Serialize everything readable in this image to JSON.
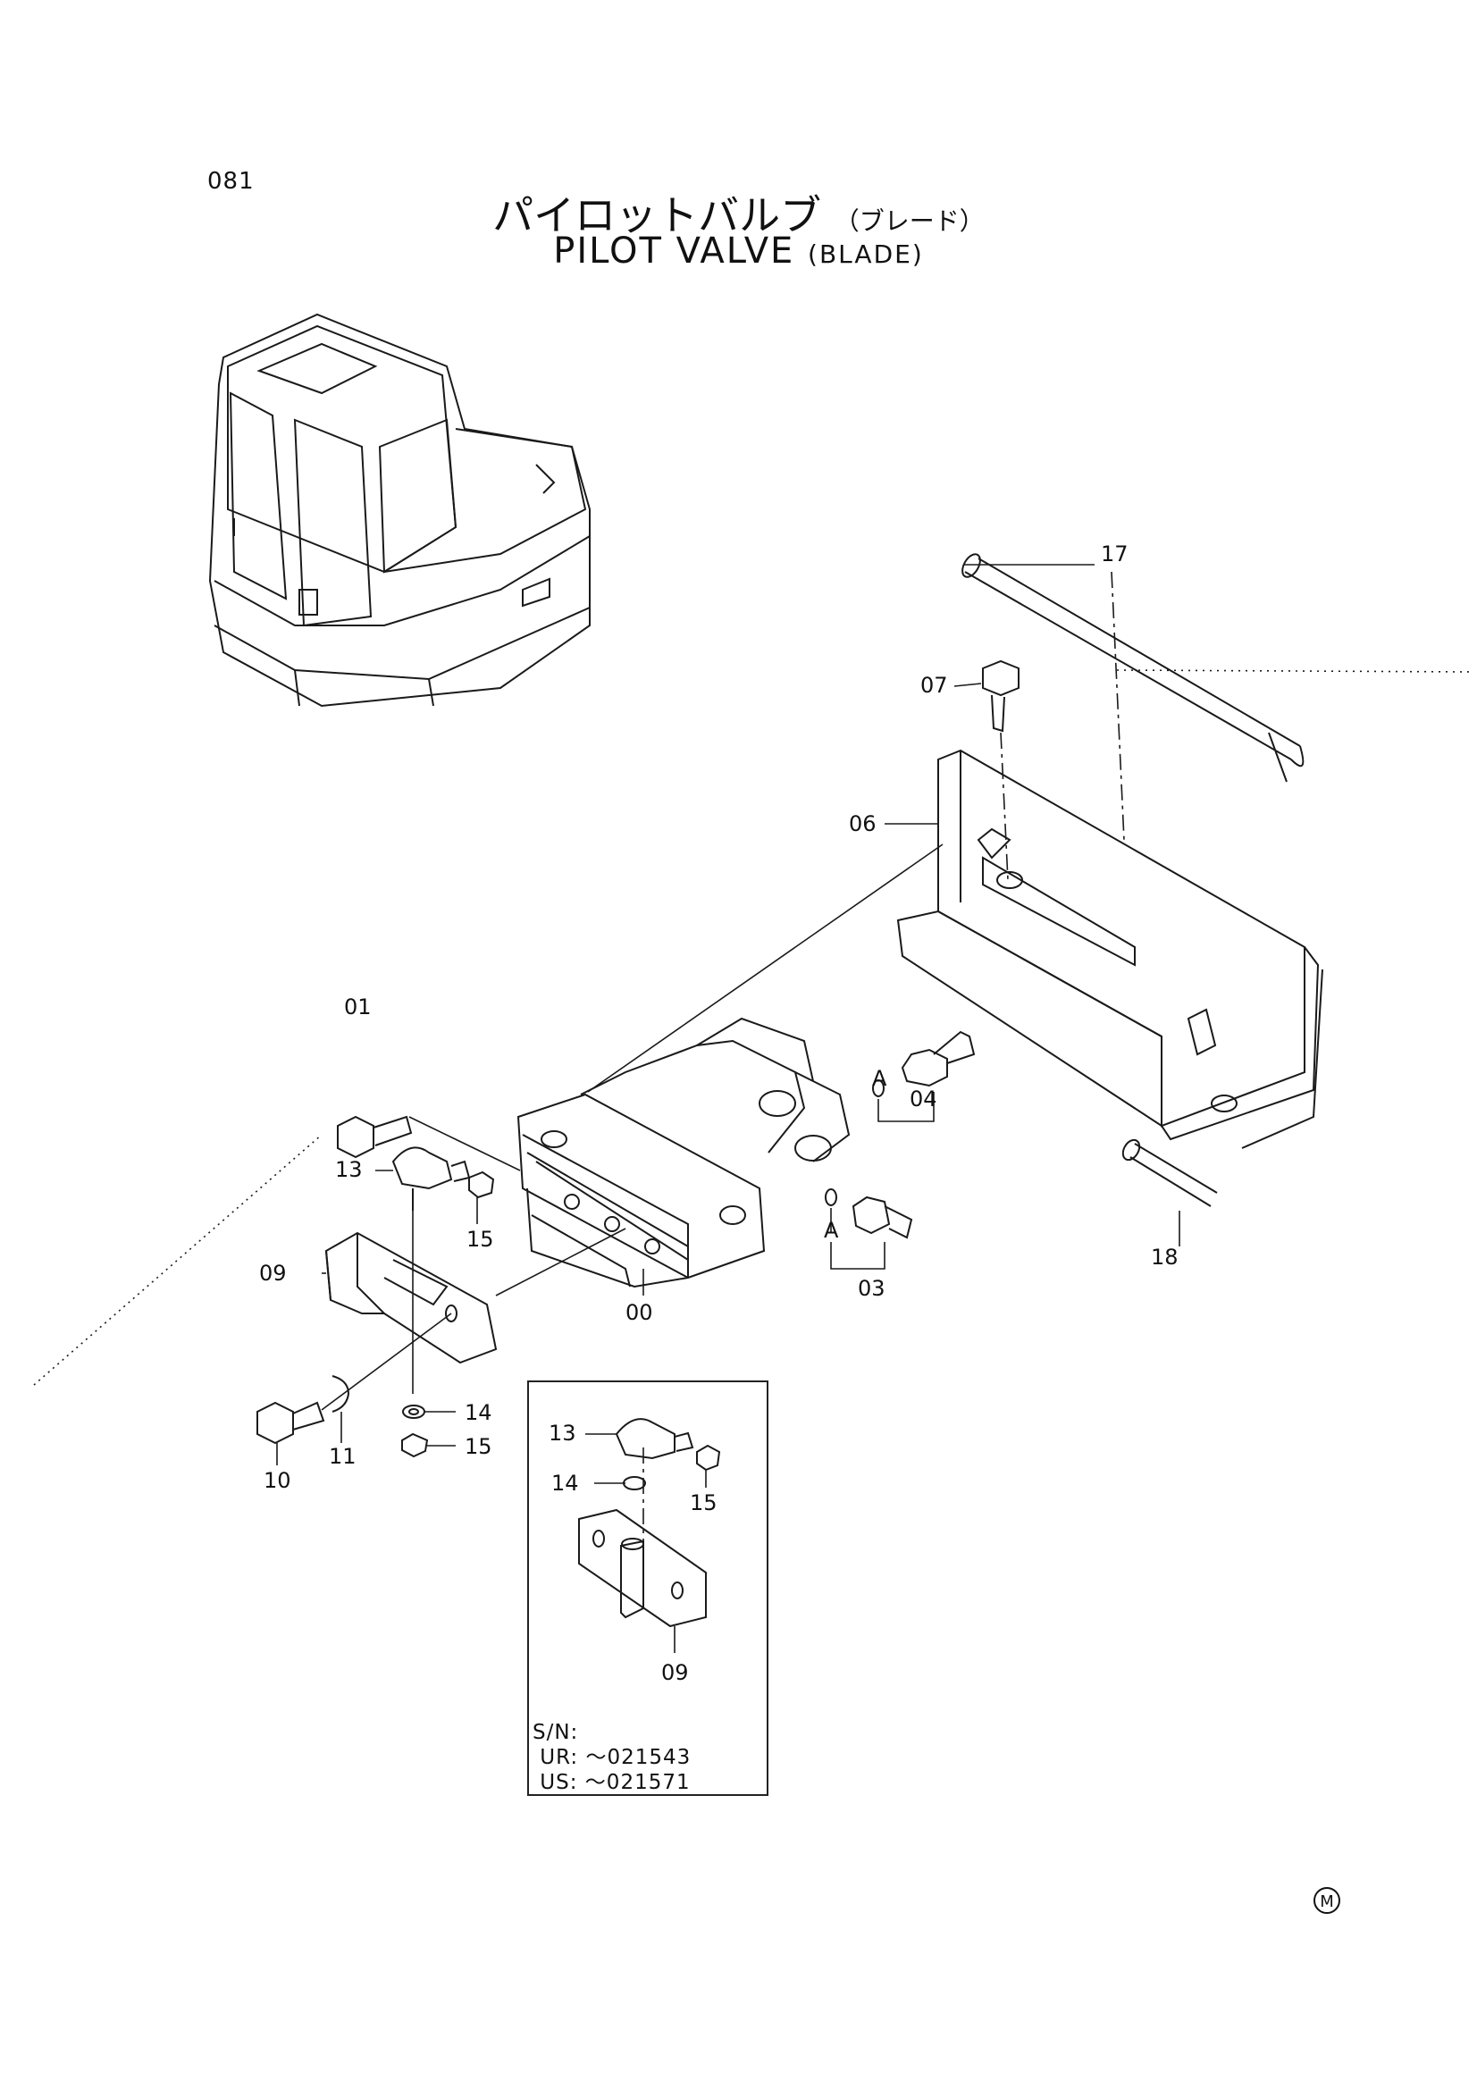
{
  "page_number": "081",
  "title": {
    "jp_main": "パイロットバルブ",
    "jp_sub": "（ブレード）",
    "en_main": "PILOT  VALVE",
    "en_sub": "(BLADE)"
  },
  "part_labels": [
    {
      "id": "label-17",
      "text": "17"
    },
    {
      "id": "label-07",
      "text": "07"
    },
    {
      "id": "label-06",
      "text": "06"
    },
    {
      "id": "label-01",
      "text": "01"
    },
    {
      "id": "label-13",
      "text": "13"
    },
    {
      "id": "label-15",
      "text": "15"
    },
    {
      "id": "label-09",
      "text": "09"
    },
    {
      "id": "label-00",
      "text": "00"
    },
    {
      "id": "label-04",
      "text": "04"
    },
    {
      "id": "label-A-upper",
      "text": "A"
    },
    {
      "id": "label-03",
      "text": "03"
    },
    {
      "id": "label-A-lower",
      "text": "A"
    },
    {
      "id": "label-18",
      "text": "18"
    },
    {
      "id": "label-14",
      "text": "14"
    },
    {
      "id": "label-15b",
      "text": "15"
    },
    {
      "id": "label-10",
      "text": "10"
    },
    {
      "id": "label-11",
      "text": "11"
    }
  ],
  "inset": {
    "labels": [
      {
        "id": "inset-13",
        "text": "13"
      },
      {
        "id": "inset-14",
        "text": "14"
      },
      {
        "id": "inset-15",
        "text": "15"
      },
      {
        "id": "inset-09",
        "text": "09"
      }
    ],
    "serial_header": "S/N:",
    "serial_ur": " UR: ～021543",
    "serial_us": " US: ～021571"
  },
  "mark": "M"
}
